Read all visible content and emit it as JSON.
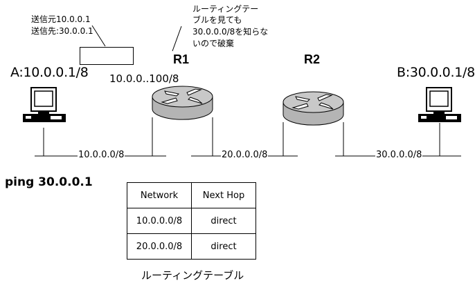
{
  "packet_callout": {
    "source_line": "送信元10.0.0.1",
    "dest_line": "送信先:30.0.0.1"
  },
  "router_callout": {
    "lines": [
      "ルーティングテー",
      "ブルを見ても",
      "30.0.0.0/8を知らな",
      "いので破棄"
    ]
  },
  "hosts": {
    "a": {
      "label": "A:10.0.0.1/8"
    },
    "b": {
      "label": "B:30.0.0.1/8"
    }
  },
  "routers": {
    "r1": {
      "name": "R1",
      "interface_label": "10.0.0..100/8"
    },
    "r2": {
      "name": "R2"
    }
  },
  "networks": [
    "10.0.0.0/8",
    "20.0.0.0/8",
    "30.0.0.0/8"
  ],
  "command": "ping 30.0.0.1",
  "routing_table": {
    "headers": [
      "Network",
      "Next Hop"
    ],
    "rows": [
      [
        "10.0.0.0/8",
        "direct"
      ],
      [
        "20.0.0.0/8",
        "direct"
      ]
    ],
    "caption": "ルーティングテーブル"
  },
  "colors": {
    "router_body": "#b4b4b4",
    "router_top": "#c8c8c8",
    "line": "#000000"
  }
}
